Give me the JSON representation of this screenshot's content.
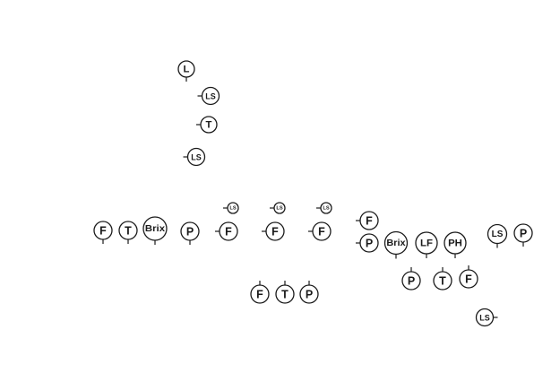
{
  "colors": {
    "background": "#ffffff",
    "stroke": "#1a1a1a",
    "text": "#1a1a1a"
  },
  "instruments": [
    {
      "id": "L-1",
      "label": "L"
    },
    {
      "id": "LS-1",
      "label": "LS"
    },
    {
      "id": "T-1",
      "label": "T"
    },
    {
      "id": "LS-2",
      "label": "LS"
    },
    {
      "id": "F-1",
      "label": "F"
    },
    {
      "id": "T-2",
      "label": "T"
    },
    {
      "id": "Brix-1",
      "label": "Brix"
    },
    {
      "id": "P-1",
      "label": "P"
    },
    {
      "id": "F-2",
      "label": "F"
    },
    {
      "id": "LS-3",
      "label": "LS"
    },
    {
      "id": "F-3",
      "label": "F"
    },
    {
      "id": "LS-4",
      "label": "LS"
    },
    {
      "id": "F-4",
      "label": "F"
    },
    {
      "id": "LS-5",
      "label": "LS"
    },
    {
      "id": "F-5",
      "label": "F"
    },
    {
      "id": "P-2",
      "label": "P"
    },
    {
      "id": "Brix-2",
      "label": "Brix"
    },
    {
      "id": "LF-1",
      "label": "LF"
    },
    {
      "id": "PH-1",
      "label": "PH"
    },
    {
      "id": "LS-6",
      "label": "LS"
    },
    {
      "id": "P-3",
      "label": "P"
    },
    {
      "id": "P-4",
      "label": "P"
    },
    {
      "id": "T-3",
      "label": "T"
    },
    {
      "id": "F-6",
      "label": "F"
    },
    {
      "id": "F-7",
      "label": "F"
    },
    {
      "id": "T-4",
      "label": "T"
    },
    {
      "id": "P-5",
      "label": "P"
    },
    {
      "id": "LS-7",
      "label": "LS"
    }
  ]
}
